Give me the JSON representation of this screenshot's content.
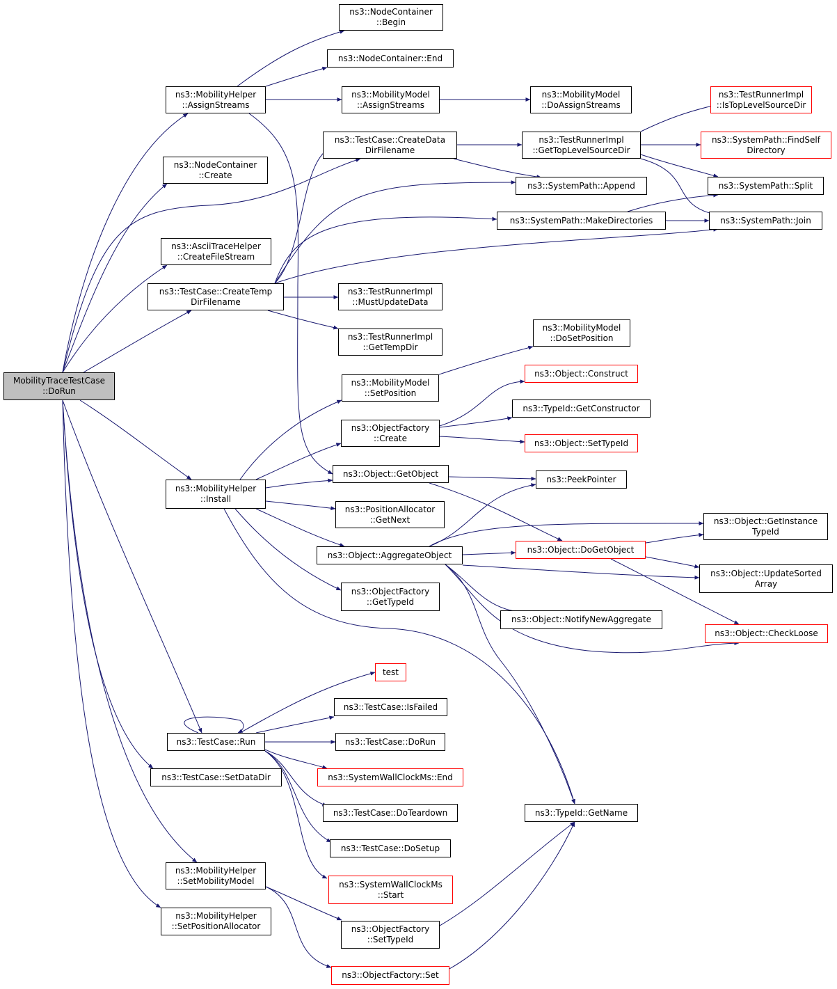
{
  "graph": {
    "colors": {
      "edge": "#191970",
      "node_border": "#000000",
      "incomplete_border": "#ff0000",
      "root_fill": "#bfbfbf"
    },
    "nodes": [
      {
        "id": "root",
        "label": "MobilityTraceTestCase\n::DoRun",
        "style": "root"
      },
      {
        "id": "nc_begin",
        "label": "ns3::NodeContainer\n::Begin",
        "style": "normal"
      },
      {
        "id": "nc_end",
        "label": "ns3::NodeContainer::End",
        "style": "normal"
      },
      {
        "id": "mh_assign",
        "label": "ns3::MobilityHelper\n::AssignStreams",
        "style": "normal"
      },
      {
        "id": "mm_assign",
        "label": "ns3::MobilityModel\n::AssignStreams",
        "style": "normal"
      },
      {
        "id": "mm_doassign",
        "label": "ns3::MobilityModel\n::DoAssignStreams",
        "style": "normal"
      },
      {
        "id": "tri_istop",
        "label": "ns3::TestRunnerImpl\n::IsTopLevelSourceDir",
        "style": "incomplete"
      },
      {
        "id": "nc_create",
        "label": "ns3::NodeContainer\n::Create",
        "style": "normal"
      },
      {
        "id": "tc_cdata",
        "label": "ns3::TestCase::CreateData\nDirFilename",
        "style": "normal"
      },
      {
        "id": "tri_gettop",
        "label": "ns3::TestRunnerImpl\n::GetTopLevelSourceDir",
        "style": "normal"
      },
      {
        "id": "sp_findself",
        "label": "ns3::SystemPath::FindSelf\nDirectory",
        "style": "incomplete"
      },
      {
        "id": "sp_append",
        "label": "ns3::SystemPath::Append",
        "style": "normal"
      },
      {
        "id": "sp_split",
        "label": "ns3::SystemPath::Split",
        "style": "normal"
      },
      {
        "id": "sp_makedirs",
        "label": "ns3::SystemPath::MakeDirectories",
        "style": "normal"
      },
      {
        "id": "sp_join",
        "label": "ns3::SystemPath::Join",
        "style": "normal"
      },
      {
        "id": "ath_cfs",
        "label": "ns3::AsciiTraceHelper\n::CreateFileStream",
        "style": "normal"
      },
      {
        "id": "tc_ctemp",
        "label": "ns3::TestCase::CreateTemp\nDirFilename",
        "style": "normal"
      },
      {
        "id": "tri_must",
        "label": "ns3::TestRunnerImpl\n::MustUpdateData",
        "style": "normal"
      },
      {
        "id": "tri_gettemp",
        "label": "ns3::TestRunnerImpl\n::GetTempDir",
        "style": "normal"
      },
      {
        "id": "mm_dosetpos",
        "label": "ns3::MobilityModel\n::DoSetPosition",
        "style": "normal"
      },
      {
        "id": "mm_setpos",
        "label": "ns3::MobilityModel\n::SetPosition",
        "style": "normal"
      },
      {
        "id": "obj_construct",
        "label": "ns3::Object::Construct",
        "style": "incomplete"
      },
      {
        "id": "tid_getctor",
        "label": "ns3::TypeId::GetConstructor",
        "style": "normal"
      },
      {
        "id": "of_create",
        "label": "ns3::ObjectFactory\n::Create",
        "style": "normal"
      },
      {
        "id": "obj_settid",
        "label": "ns3::Object::SetTypeId",
        "style": "incomplete"
      },
      {
        "id": "obj_getobj",
        "label": "ns3::Object::GetObject",
        "style": "normal"
      },
      {
        "id": "peek",
        "label": "ns3::PeekPointer",
        "style": "normal"
      },
      {
        "id": "mh_install",
        "label": "ns3::MobilityHelper\n::Install",
        "style": "normal"
      },
      {
        "id": "pa_getnext",
        "label": "ns3::PositionAllocator\n::GetNext",
        "style": "normal"
      },
      {
        "id": "obj_getinst",
        "label": "ns3::Object::GetInstance\nTypeId",
        "style": "normal"
      },
      {
        "id": "obj_agg",
        "label": "ns3::Object::AggregateObject",
        "style": "normal"
      },
      {
        "id": "obj_doget",
        "label": "ns3::Object::DoGetObject",
        "style": "incomplete"
      },
      {
        "id": "obj_upd",
        "label": "ns3::Object::UpdateSorted\nArray",
        "style": "normal"
      },
      {
        "id": "of_gettid",
        "label": "ns3::ObjectFactory\n::GetTypeId",
        "style": "normal"
      },
      {
        "id": "obj_notify",
        "label": "ns3::Object::NotifyNewAggregate",
        "style": "normal"
      },
      {
        "id": "obj_check",
        "label": "ns3::Object::CheckLoose",
        "style": "incomplete"
      },
      {
        "id": "test",
        "label": "test",
        "style": "incomplete"
      },
      {
        "id": "tc_isfailed",
        "label": "ns3::TestCase::IsFailed",
        "style": "normal"
      },
      {
        "id": "tc_run",
        "label": "ns3::TestCase::Run",
        "style": "normal"
      },
      {
        "id": "tc_dorun",
        "label": "ns3::TestCase::DoRun",
        "style": "normal"
      },
      {
        "id": "swc_end",
        "label": "ns3::SystemWallClockMs::End",
        "style": "incomplete"
      },
      {
        "id": "tc_setdata",
        "label": "ns3::TestCase::SetDataDir",
        "style": "normal"
      },
      {
        "id": "tc_teardown",
        "label": "ns3::TestCase::DoTeardown",
        "style": "normal"
      },
      {
        "id": "tid_getname",
        "label": "ns3::TypeId::GetName",
        "style": "normal"
      },
      {
        "id": "tc_setup",
        "label": "ns3::TestCase::DoSetup",
        "style": "normal"
      },
      {
        "id": "mh_setmm",
        "label": "ns3::MobilityHelper\n::SetMobilityModel",
        "style": "normal"
      },
      {
        "id": "swc_start",
        "label": "ns3::SystemWallClockMs\n::Start",
        "style": "incomplete"
      },
      {
        "id": "mh_setpa",
        "label": "ns3::MobilityHelper\n::SetPositionAllocator",
        "style": "normal"
      },
      {
        "id": "of_settid",
        "label": "ns3::ObjectFactory\n::SetTypeId",
        "style": "normal"
      },
      {
        "id": "of_set",
        "label": "ns3::ObjectFactory::Set",
        "style": "incomplete"
      }
    ]
  }
}
